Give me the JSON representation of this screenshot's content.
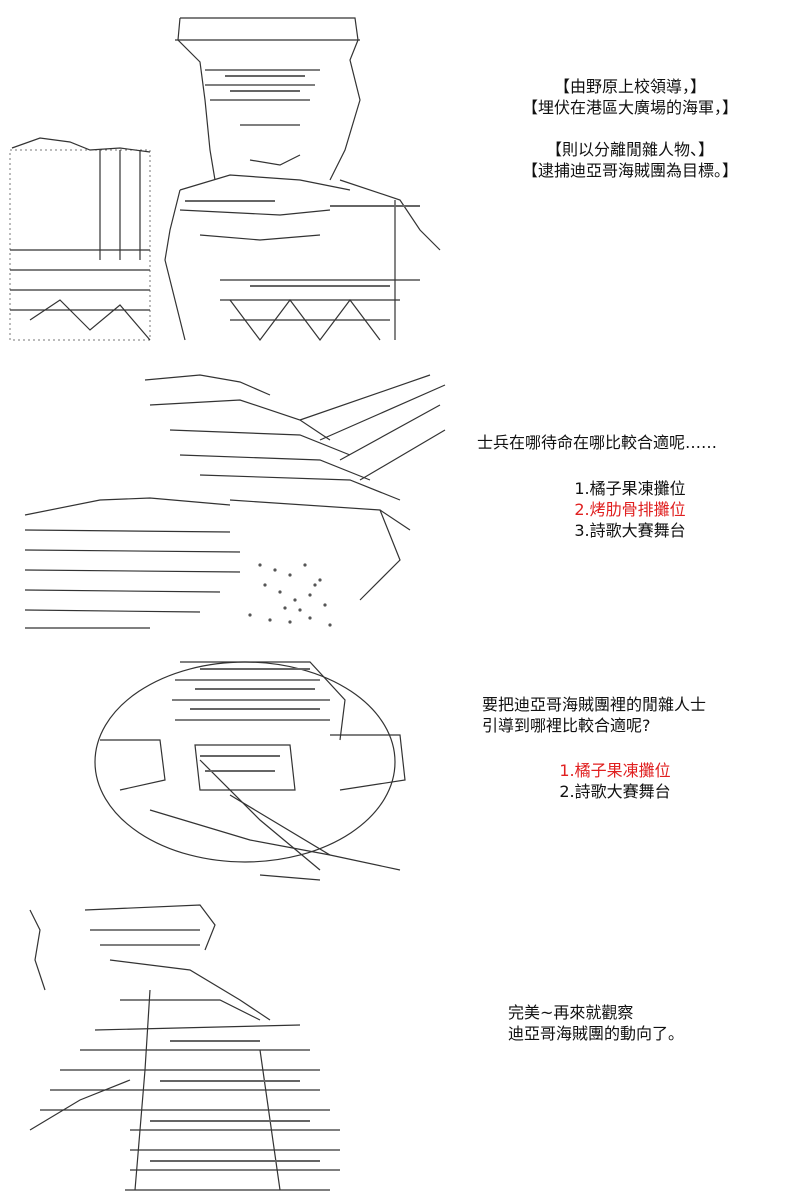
{
  "colors": {
    "text": "#111111",
    "highlight": "#e02020",
    "art_lines": "#333333",
    "background": "#ffffff"
  },
  "panels": [
    {
      "art": "ascii-art-officer-with-onlookers",
      "lines": [
        "【由野原上校領導，】",
        "【埋伏在港區大廣場的海軍，】",
        "",
        "【則以分離閒雜人物、】",
        "【逮捕迪亞哥海賊團為目標。】"
      ]
    },
    {
      "art": "ascii-art-crouching-soldier",
      "question": "士兵在哪待命在哪比較合適呢……",
      "options": [
        {
          "label": "1.橘子果凍攤位",
          "highlighted": false
        },
        {
          "label": "2.烤肋骨排攤位",
          "highlighted": true
        },
        {
          "label": "3.詩歌大賽舞台",
          "highlighted": false
        }
      ]
    },
    {
      "art": "ascii-art-round-face-closeup",
      "question_lines": [
        "要把迪亞哥海賊團裡的閒雜人士",
        "引導到哪裡比較合適呢?"
      ],
      "options": [
        {
          "label": "1.橘子果凍攤位",
          "highlighted": true
        },
        {
          "label": "2.詩歌大賽舞台",
          "highlighted": false
        }
      ]
    },
    {
      "art": "ascii-art-figure-looking-up",
      "lines": [
        "完美~再來就觀察",
        "迪亞哥海賊團的動向了。"
      ]
    }
  ]
}
